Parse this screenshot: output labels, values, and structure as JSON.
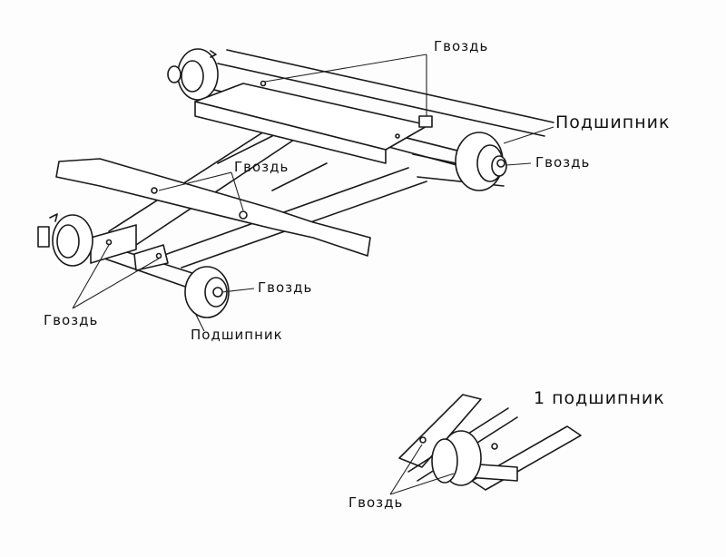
{
  "labels": {
    "nail_top": "Гвоздь",
    "bearing_right": "Подшипник",
    "nail_right": "Гвоздь",
    "nail_center": "Гвоздь",
    "nail_bottom_wheel": "Гвоздь",
    "nail_left": "Гвоздь",
    "bearing_bottom": "Подшипник",
    "inset_title": "1 подшипник",
    "nail_inset": "Гвоздь"
  }
}
